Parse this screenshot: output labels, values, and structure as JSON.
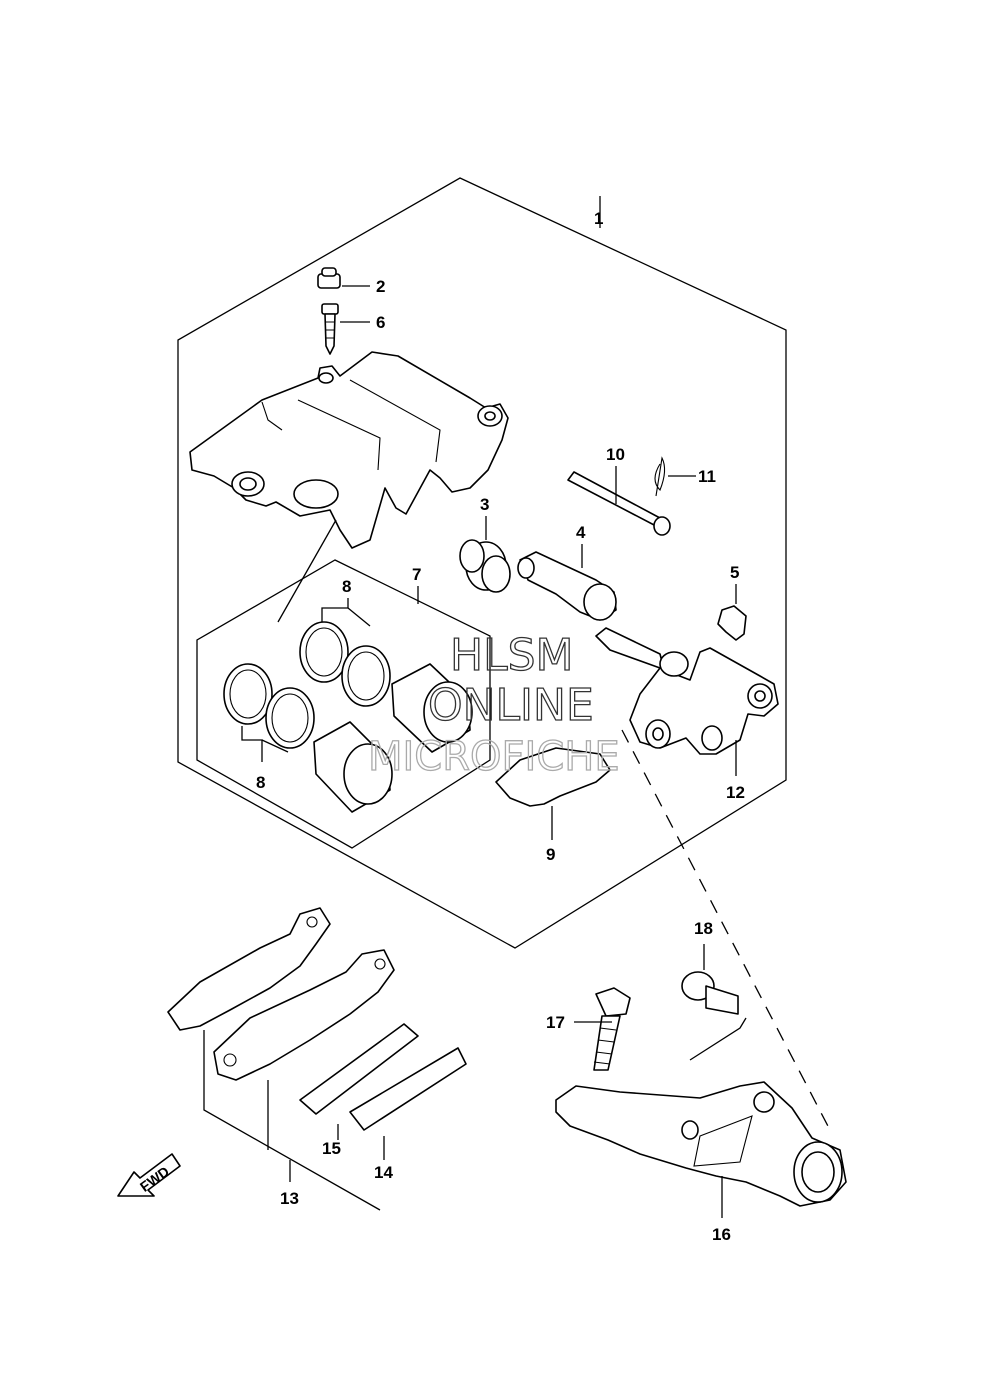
{
  "callouts": [
    {
      "id": "1",
      "text": "1"
    },
    {
      "id": "2",
      "text": "2"
    },
    {
      "id": "3",
      "text": "3"
    },
    {
      "id": "4",
      "text": "4"
    },
    {
      "id": "5",
      "text": "5"
    },
    {
      "id": "6",
      "text": "6"
    },
    {
      "id": "7",
      "text": "7"
    },
    {
      "id": "8a",
      "text": "8"
    },
    {
      "id": "8b",
      "text": "8"
    },
    {
      "id": "9",
      "text": "9"
    },
    {
      "id": "10",
      "text": "10"
    },
    {
      "id": "11",
      "text": "11"
    },
    {
      "id": "12",
      "text": "12"
    },
    {
      "id": "13",
      "text": "13"
    },
    {
      "id": "14",
      "text": "14"
    },
    {
      "id": "15",
      "text": "15"
    },
    {
      "id": "16",
      "text": "16"
    },
    {
      "id": "17",
      "text": "17"
    },
    {
      "id": "18",
      "text": "18"
    }
  ],
  "watermark": {
    "line1": "HLSM",
    "line2": "ONLINE",
    "line3": "MICROFICHE"
  },
  "fwd_label": "FWD"
}
